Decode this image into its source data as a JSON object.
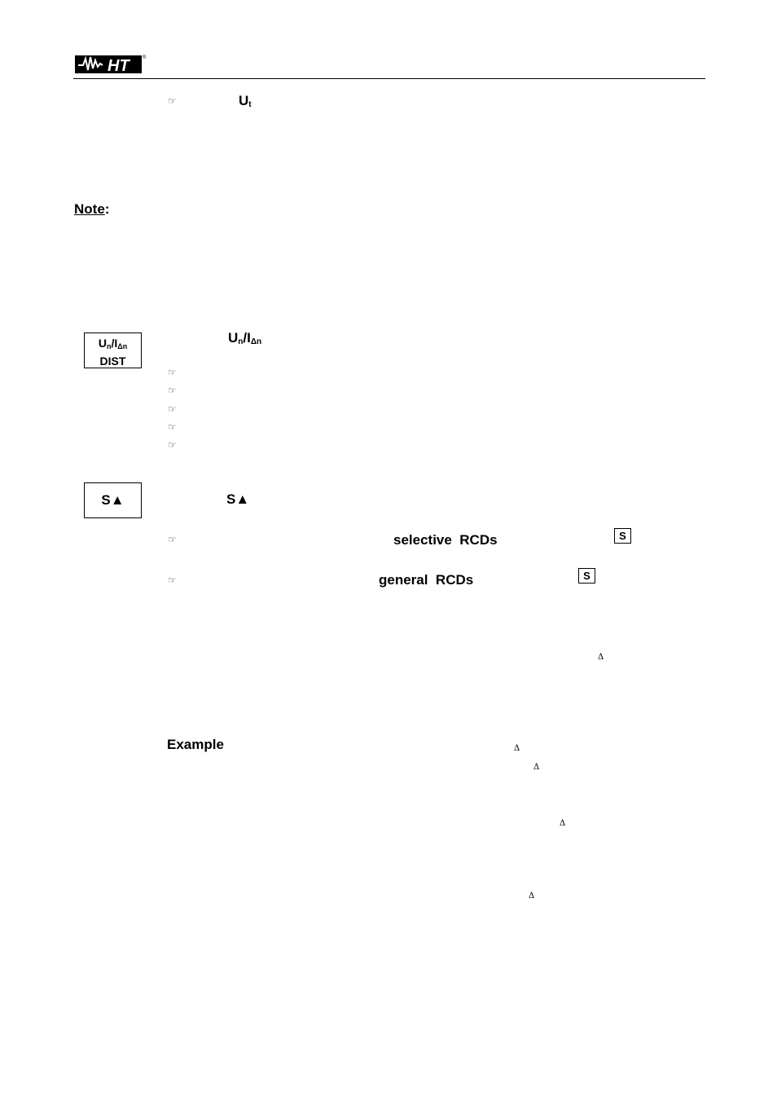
{
  "header": {
    "logo_text": "HT",
    "logo_mark": "®"
  },
  "param_ut": {
    "label_main": "U",
    "label_sub": "t"
  },
  "note": {
    "label": "Note",
    "colon": ":"
  },
  "key_un_idn": {
    "line1_u": "U",
    "line1_n": "n",
    "line1_slash": "/I",
    "line1_dn": "Δn",
    "line2": "DIST"
  },
  "param_un_idn": {
    "u": "U",
    "n": "n",
    "slash": "/I",
    "dn": "Δn"
  },
  "bullets": {
    "hand_icon": "☞"
  },
  "key_s": {
    "label": "S▲"
  },
  "param_s": {
    "label": "S▲"
  },
  "selective_line": {
    "text": "selective  RCDs",
    "badge": "S"
  },
  "general_line": {
    "text": "general  RCDs",
    "badge": "S"
  },
  "example": {
    "label": "Example"
  },
  "delta_symbol": "Δ"
}
